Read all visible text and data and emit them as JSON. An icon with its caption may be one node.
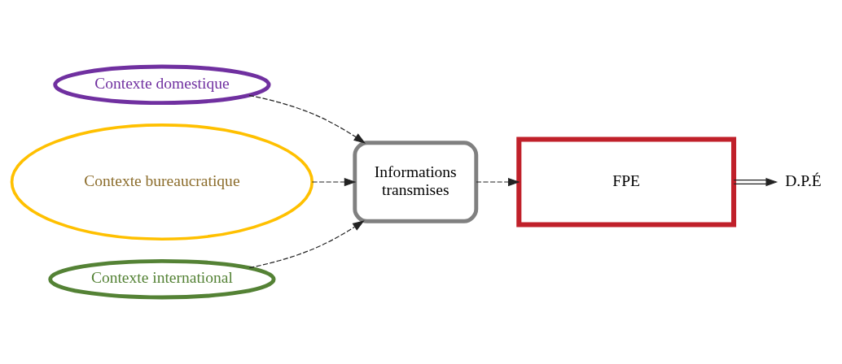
{
  "diagram": {
    "nodes": [
      {
        "text": [
          "Contexte domestique"
        ]
      },
      {
        "text": [
          "Contexte bureaucratique"
        ]
      },
      {
        "text": [
          "Informations transmises"
        ]
      },
      {
        "text": [
          "FPE"
        ]
      },
      {
        "text": [
          "D.P.É"
        ]
      },
      {
        "text": [
          "Contexte international"
        ]
      }
    ],
    "edges": [
      {
        "from": 0,
        "to": 2,
        "arrow": "to",
        "style": "dashed"
      },
      {
        "from": 1,
        "to": 2,
        "arrow": "to",
        "style": "dashed"
      },
      {
        "from": 5,
        "to": 2,
        "arrow": "to",
        "style": "dashed"
      },
      {
        "from": 2,
        "to": 3,
        "arrow": "to",
        "style": "dashed"
      },
      {
        "from": 3,
        "to": 4,
        "arrow": "to"
      }
    ]
  }
}
